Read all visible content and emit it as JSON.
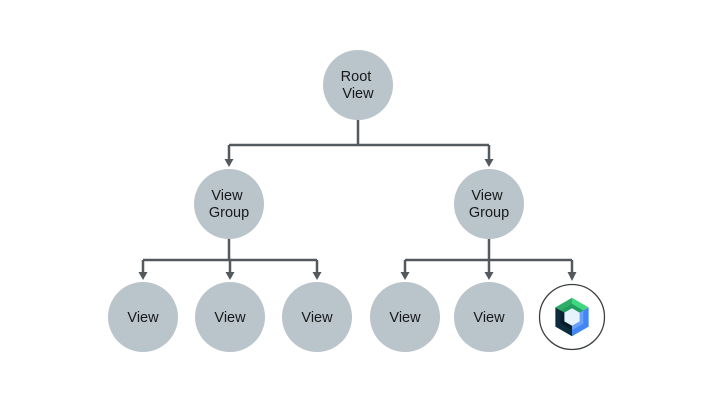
{
  "diagram": {
    "description": "View hierarchy tree diagram",
    "colors": {
      "background": "#ffffff",
      "connector": "#54595d",
      "node_fill": "#bac4cb",
      "node_text": "#17191b",
      "compose_ring": "#3c4043",
      "compose_circle_fill": "#ffffff"
    },
    "nodes": {
      "root": {
        "label": "Root View",
        "line1": "Root",
        "line2": "View"
      },
      "view_group_left": {
        "label": "View Group",
        "line1": "View",
        "line2": "Group"
      },
      "view_group_right": {
        "label": "View Group",
        "line1": "View",
        "line2": "Group"
      },
      "view_1": {
        "label": "View"
      },
      "view_2": {
        "label": "View"
      },
      "view_3": {
        "label": "View"
      },
      "view_4": {
        "label": "View"
      },
      "view_5": {
        "label": "View"
      },
      "compose": {
        "label": "",
        "icon": "jetpack-compose-icon"
      }
    },
    "compose_logo": {
      "green_left": "#2fae67",
      "green_right": "#3fd77f",
      "green_bevel": "#1f9e5f",
      "blue": "#4285f4",
      "blue_bevel": "#6aa1f8",
      "navy": "#0d2c3c",
      "navy_bevel": "#091e2b",
      "hole": "#e7f3fc"
    }
  }
}
